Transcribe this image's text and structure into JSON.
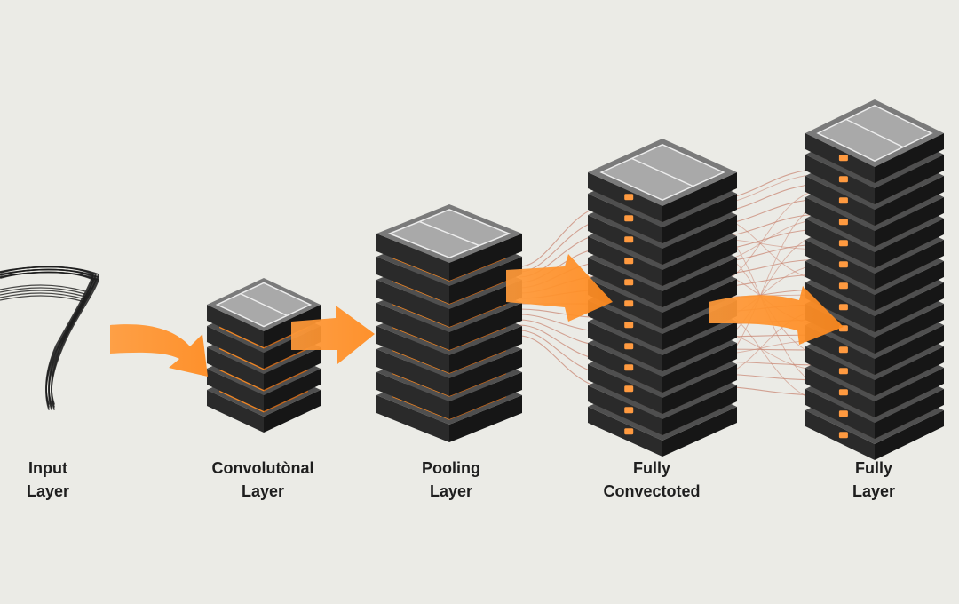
{
  "diagram": {
    "colors": {
      "background": "#ebebe6",
      "accent": "#ff8a1e",
      "layer_top": "#5d5d5d",
      "layer_side": "#222222",
      "connection": "#c8826e"
    },
    "input_glyph": "7",
    "layers": [
      {
        "id": "input",
        "line1": "Input",
        "line2": "Layer"
      },
      {
        "id": "convolutional",
        "line1": "Convolutònal",
        "line2": "Layer"
      },
      {
        "id": "pooling",
        "line1": "Pooling",
        "line2": "Layer"
      },
      {
        "id": "fully-connected",
        "line1": "Fully",
        "line2": "Convectoted"
      },
      {
        "id": "output",
        "line1": "Fully",
        "line2": "Layer"
      }
    ]
  }
}
